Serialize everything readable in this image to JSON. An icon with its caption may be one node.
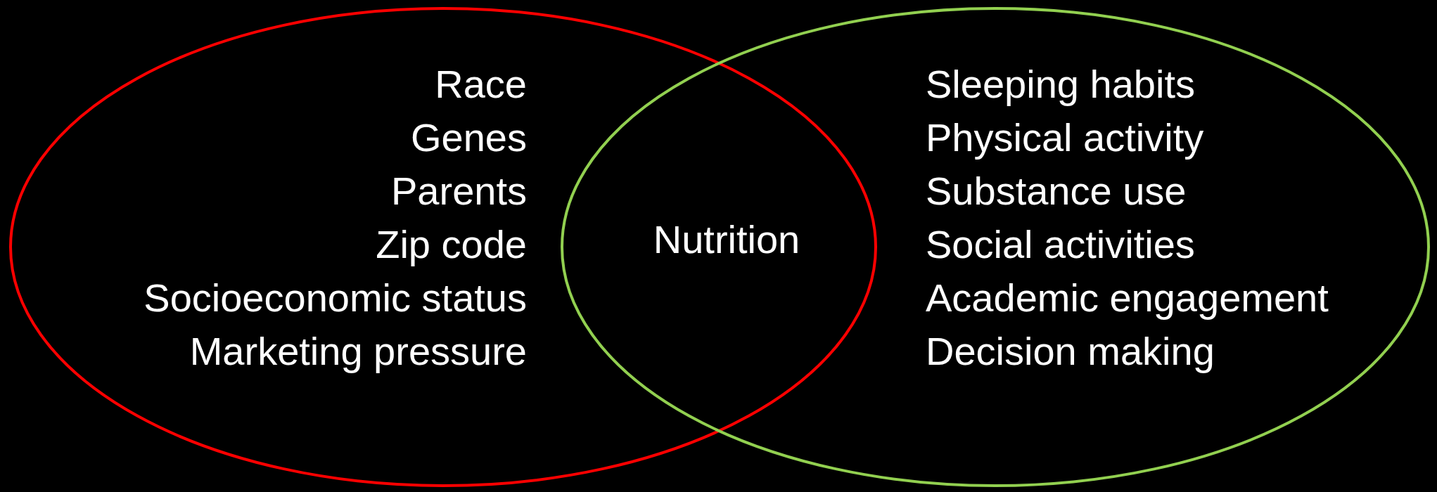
{
  "diagram": {
    "nodes": [
      {
        "text": [
          "Race",
          "Genes",
          "Parents",
          "Zip code",
          "Socioeconomic status",
          "Marketing pressure"
        ]
      },
      {
        "text": [
          "Sleeping habits",
          "Physical activity",
          "Substance use",
          "Social activities",
          "Academic engagement",
          "Decision making"
        ]
      }
    ],
    "edges": [],
    "labels": [
      "Nutrition"
    ]
  }
}
